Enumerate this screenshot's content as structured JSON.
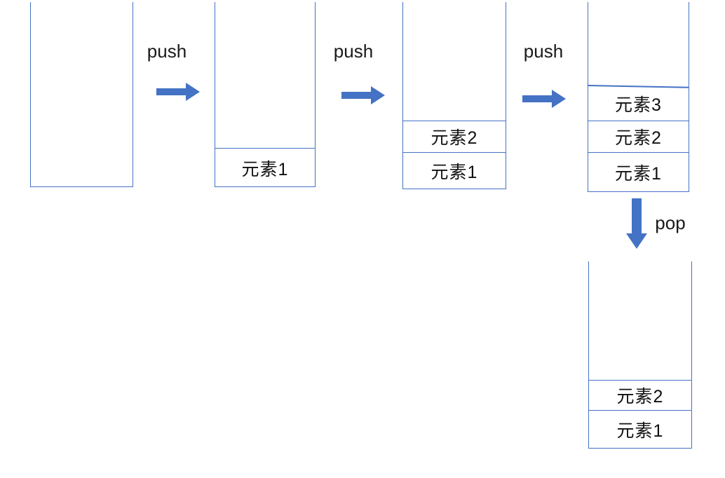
{
  "diagram": {
    "type": "stack-push-pop-sequence",
    "colors": {
      "shape_outline": "#4472C4",
      "arrow_fill": "#4472C4",
      "text": "#111111",
      "background": "#ffffff"
    },
    "operations": [
      {
        "label": "push",
        "direction": "right"
      },
      {
        "label": "push",
        "direction": "right"
      },
      {
        "label": "push",
        "direction": "right"
      },
      {
        "label": "pop",
        "direction": "down"
      }
    ],
    "stacks": [
      {
        "name": "initial-empty-stack",
        "items": []
      },
      {
        "name": "stack-after-first-push",
        "items": [
          "元素1"
        ]
      },
      {
        "name": "stack-after-second-push",
        "items": [
          "元素2",
          "元素1"
        ]
      },
      {
        "name": "stack-after-third-push",
        "items": [
          "元素3",
          "元素2",
          "元素1"
        ]
      },
      {
        "name": "stack-after-pop",
        "items": [
          "元素2",
          "元素1"
        ]
      }
    ]
  }
}
